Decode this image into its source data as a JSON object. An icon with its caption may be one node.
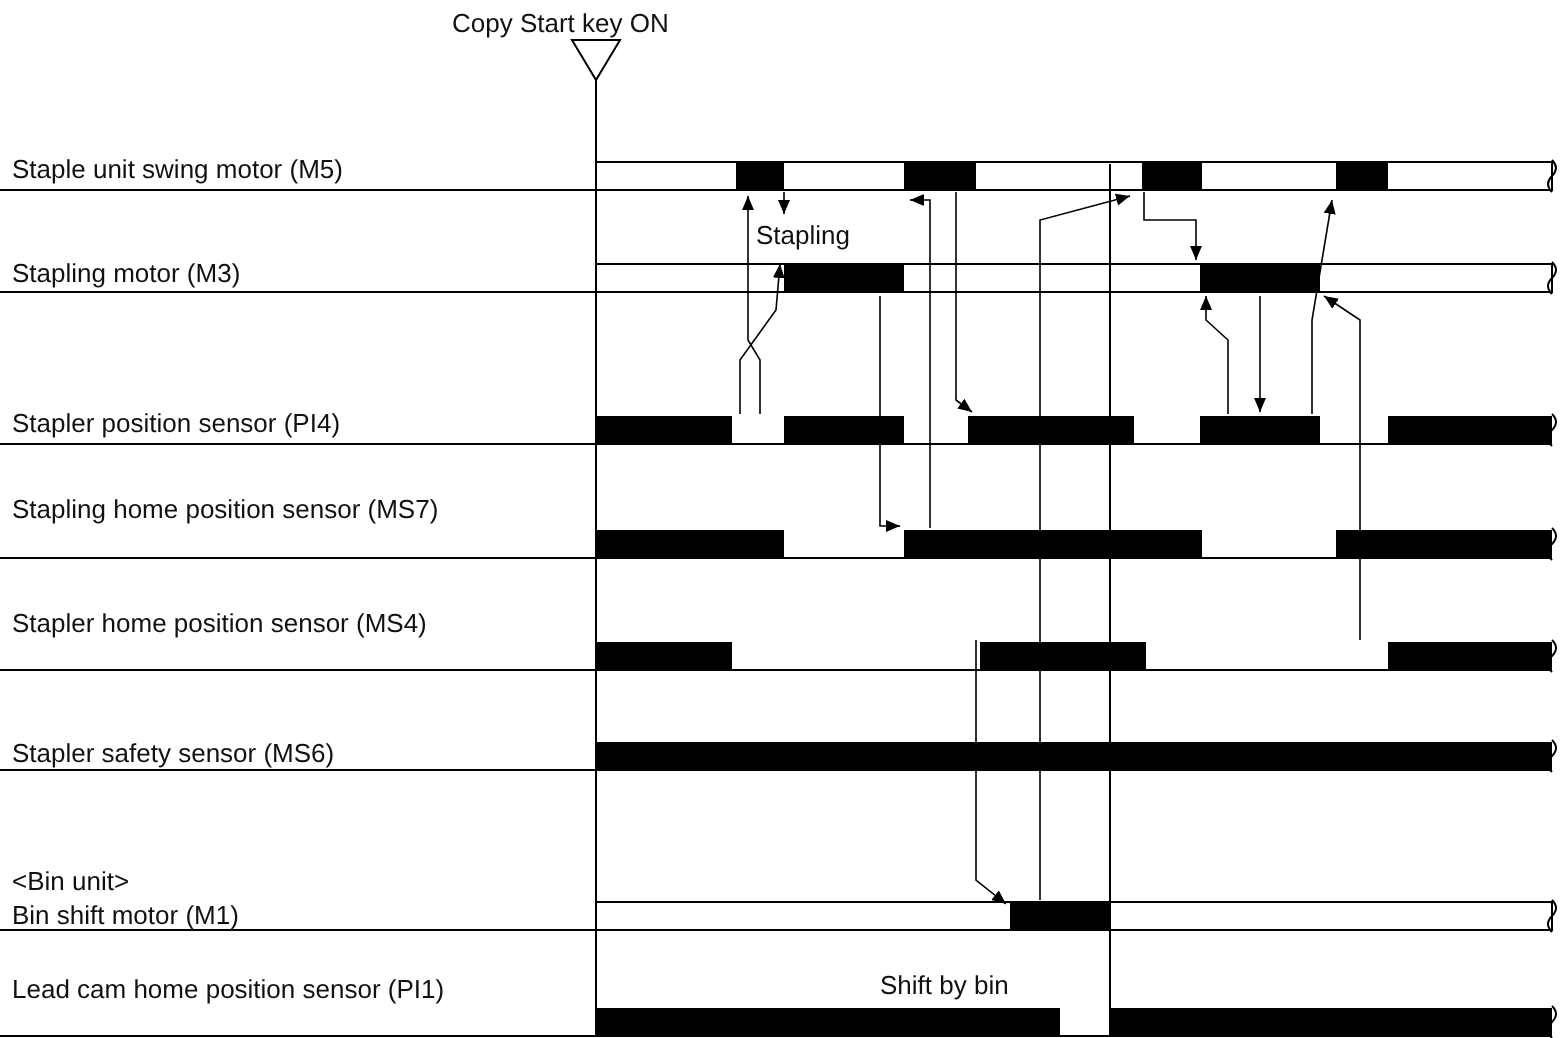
{
  "diagram": {
    "labels": [
      "Copy Start key ON",
      "Staple unit swing motor (M5)",
      "Stapling",
      "Stapling motor (M3)",
      "Stapler position sensor (PI4)",
      "Stapling home position sensor (MS7)",
      "Stapler home position sensor (MS4)",
      "Stapler safety sensor (MS6)",
      "<Bin unit>",
      "Bin shift motor (M1)",
      "Shift by bin",
      "Lead cam home position sensor (PI1)"
    ]
  }
}
